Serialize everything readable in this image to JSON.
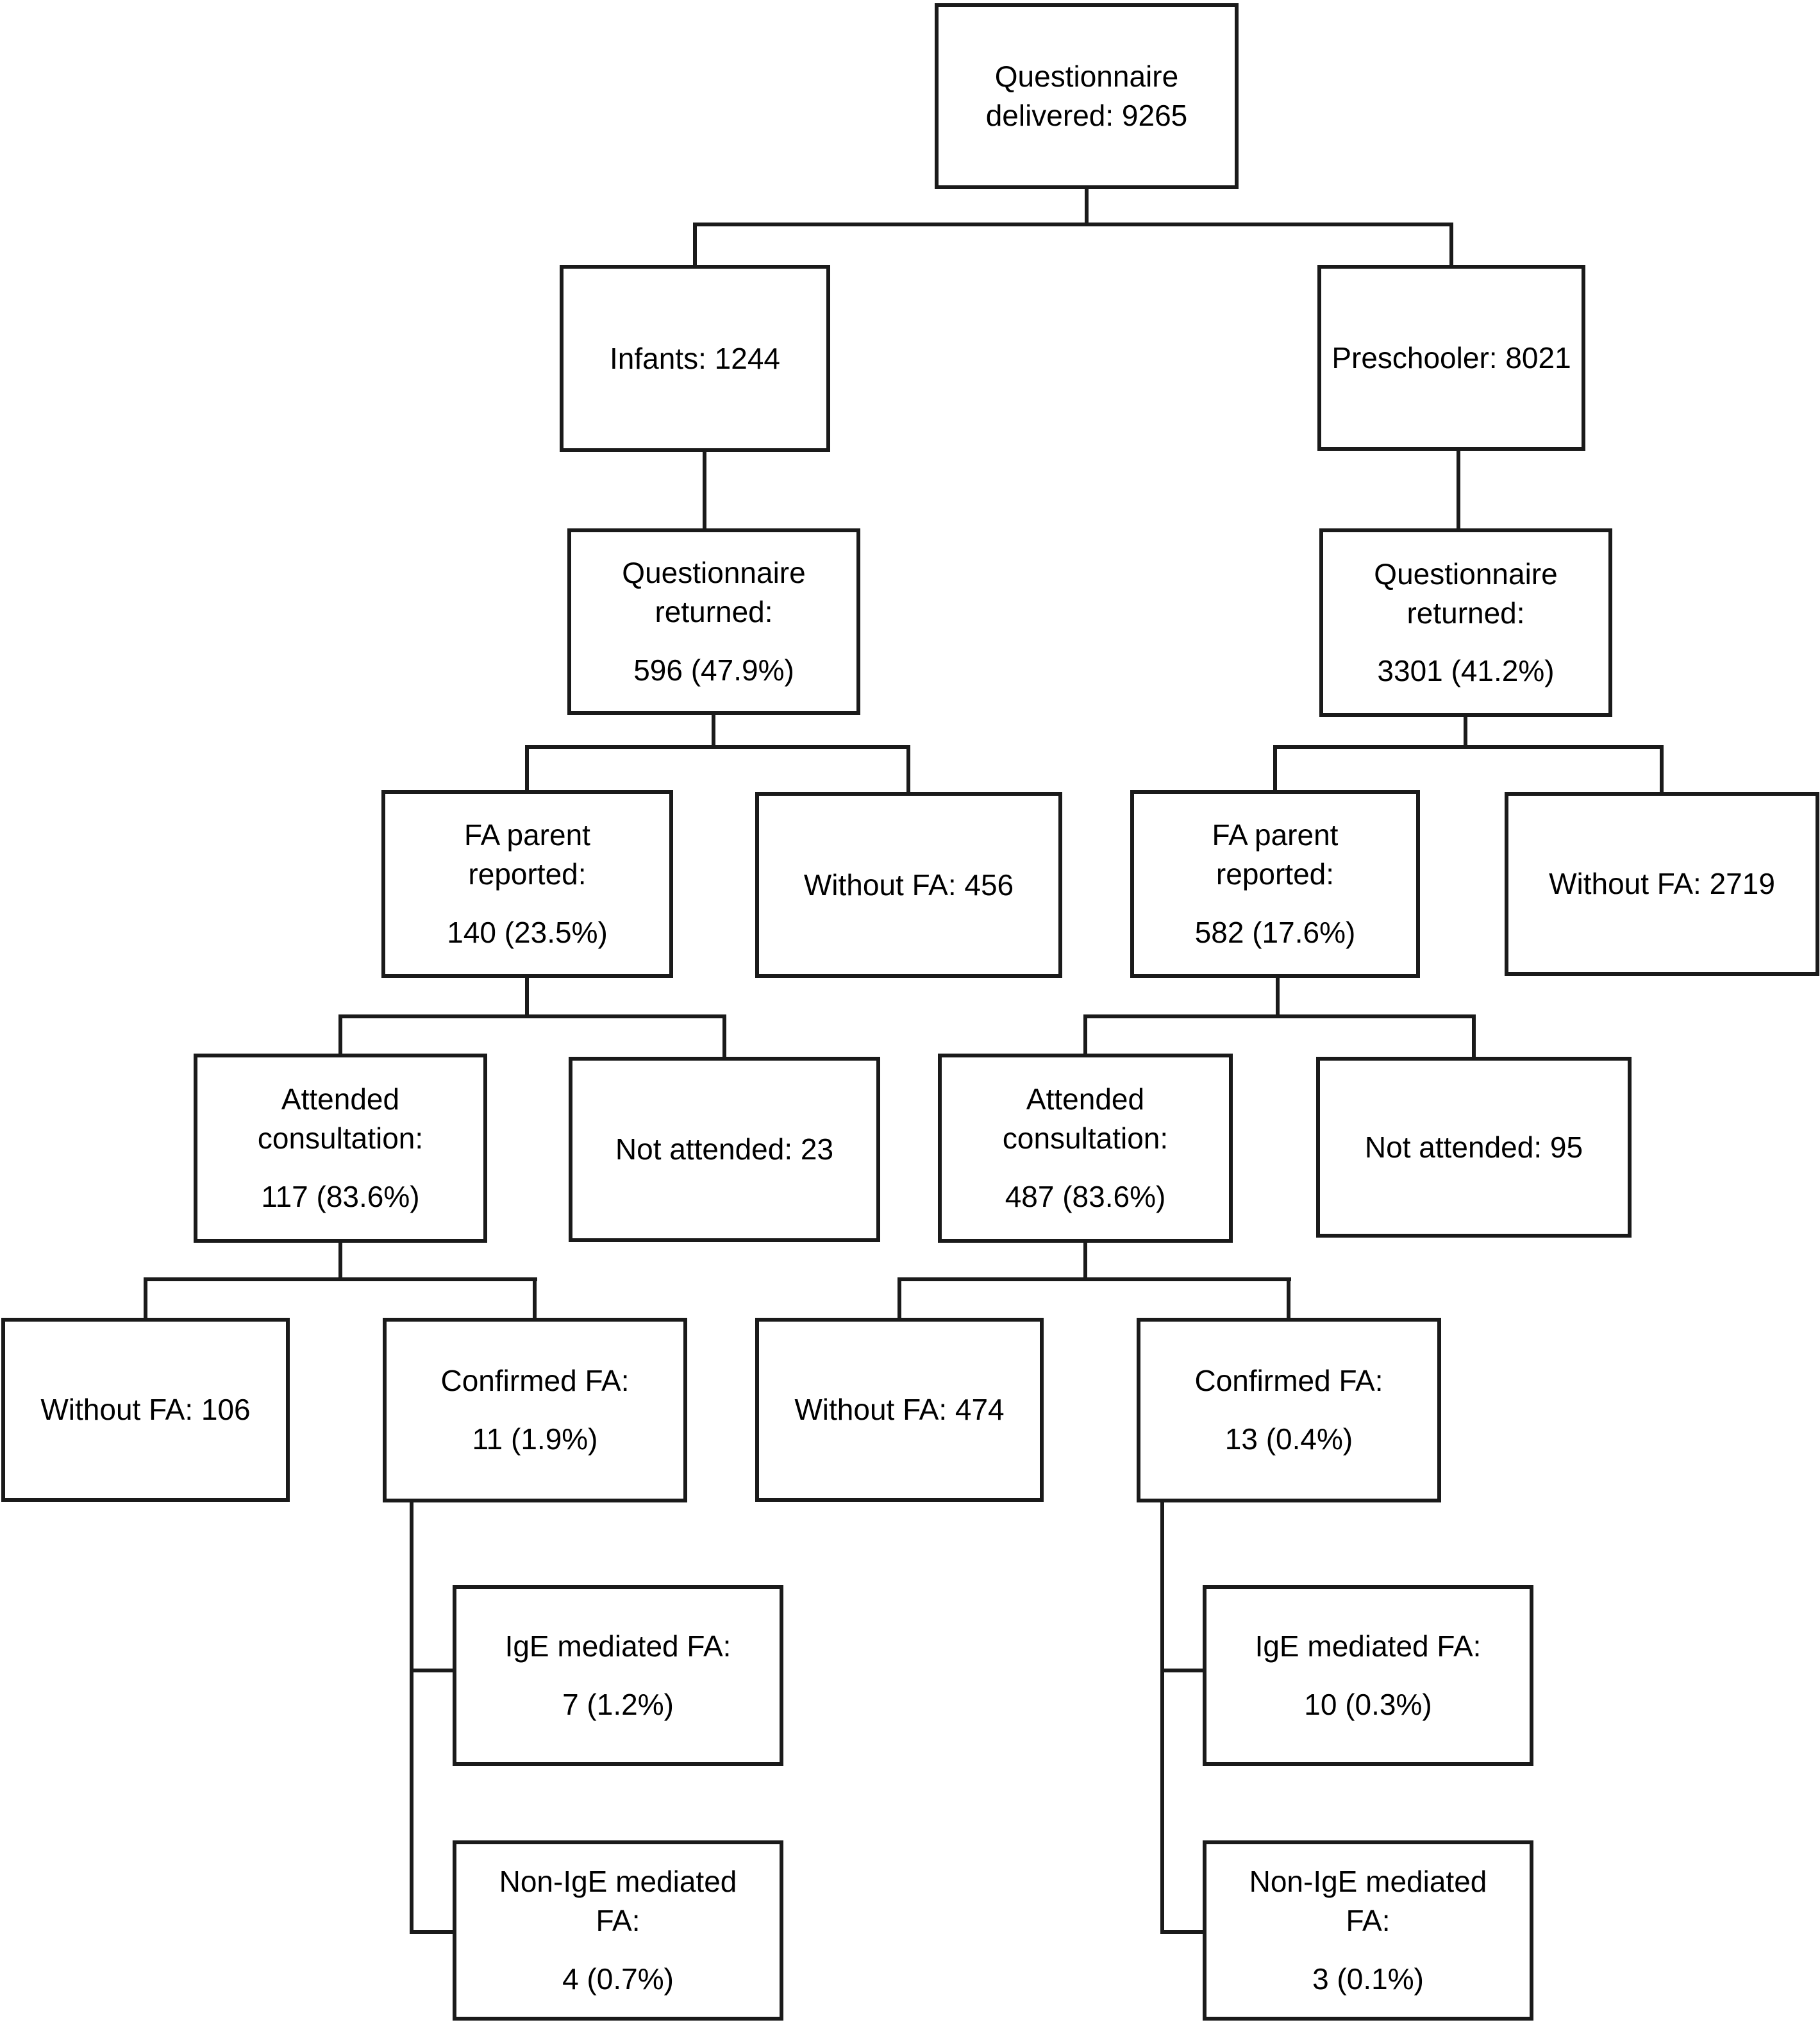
{
  "figure": {
    "type": "flowchart",
    "colors": {
      "background": "#ffffff",
      "line": "#1a1a1a",
      "text": "#000000"
    },
    "nodes": {
      "questionnaire_delivered": {
        "text": "Questionnaire\ndelivered: 9265"
      },
      "infants": {
        "text": "Infants: 1244"
      },
      "preschooler": {
        "text": "Preschooler: 8021"
      },
      "questionnaire_returned_infants": {
        "label": "Questionnaire\nreturned:",
        "value": "596 (47.9%)"
      },
      "questionnaire_returned_preschooler": {
        "label": "Questionnaire\nreturned:",
        "value": "3301 (41.2%)"
      },
      "fa_parent_reported_infants": {
        "label": "FA parent\nreported:",
        "value": "140 (23.5%)"
      },
      "without_fa_infants": {
        "text": "Without FA: 456"
      },
      "fa_parent_reported_preschooler": {
        "label": "FA parent\nreported:",
        "value": "582 (17.6%)"
      },
      "without_fa_preschooler": {
        "text": "Without FA: 2719"
      },
      "attended_consultation_infants": {
        "label": "Attended\nconsultation:",
        "value": "117 (83.6%)"
      },
      "not_attended_infants": {
        "text": "Not attended: 23"
      },
      "attended_consultation_preschooler": {
        "label": "Attended\nconsultation:",
        "value": "487 (83.6%)"
      },
      "not_attended_preschooler": {
        "text": "Not attended: 95"
      },
      "without_fa_consult_infants": {
        "text": "Without FA: 106"
      },
      "confirmed_fa_infants": {
        "label": "Confirmed FA:",
        "value": "11 (1.9%)"
      },
      "without_fa_consult_preschooler": {
        "text": "Without FA: 474"
      },
      "confirmed_fa_preschooler": {
        "label": "Confirmed FA:",
        "value": "13 (0.4%)"
      },
      "ige_fa_infants": {
        "label": "IgE mediated FA:",
        "value": "7 (1.2%)"
      },
      "non_ige_fa_infants": {
        "label": "Non-IgE mediated\nFA:",
        "value": "4 (0.7%)"
      },
      "ige_fa_preschooler": {
        "label": "IgE mediated FA:",
        "value": "10 (0.3%)"
      },
      "non_ige_fa_preschooler": {
        "label": "Non-IgE mediated\nFA:",
        "value": "3 (0.1%)"
      }
    }
  }
}
